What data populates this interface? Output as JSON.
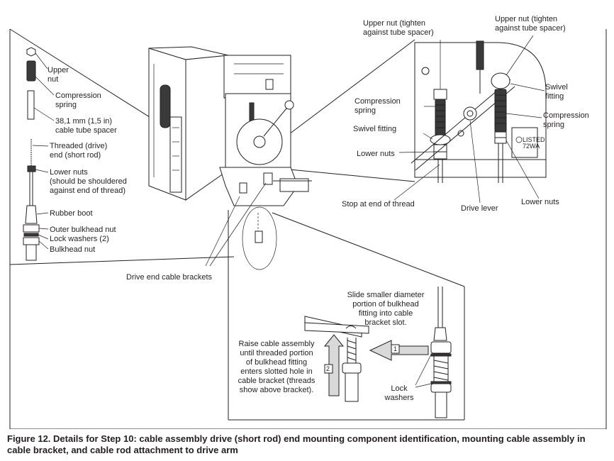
{
  "left_parts": {
    "upper_nut": "Upper\nnut",
    "compression_spring": "Compression\nspring",
    "tube_spacer": "38,1 mm (1,5 in)\ncable tube spacer",
    "threaded_end": "Threaded (drive)\nend (short rod)",
    "lower_nuts": "Lower nuts\n(should be shouldered\nagainst end of thread)",
    "rubber_boot": "Rubber boot",
    "outer_bulkhead_nut": "Outer bulkhead nut",
    "lock_washers": "Lock washers (2)",
    "bulkhead_nut": "Bulkhead nut"
  },
  "detail_view": {
    "upper_nut_left": "Upper nut (tighten\nagainst tube spacer)",
    "upper_nut_right": "Upper nut (tighten\nagainst tube spacer)",
    "compression_spring_left": "Compression\nspring",
    "swivel_fitting_left": "Swivel fitting",
    "lower_nuts_left": "Lower nuts",
    "swivel_fitting_right": "Swivel\nfitting",
    "compression_spring_right": "Compression\nspring",
    "stop_at_end": "Stop at end of thread",
    "drive_lever": "Drive lever",
    "lower_nuts_right": "Lower nuts",
    "plate_marks": "LISTED\n72WA"
  },
  "center": {
    "drive_end_brackets": "Drive end cable brackets"
  },
  "bracket_view": {
    "slide_instruction": "Slide smaller diameter\nportion of bulkhead\nfitting into cable\nbracket slot.",
    "raise_instruction": "Raise cable assembly\nuntil threaded portion\nof bulkhead fitting\nenters slotted hole in\ncable bracket (threads\nshow above bracket).",
    "lock_washers": "Lock\nwashers",
    "step_1": "1",
    "step_2": "2"
  },
  "caption": "Figure 12. Details for Step 10: cable assembly drive (short rod) end mounting component identification, mounting cable assembly in cable bracket, and cable rod attachment to drive arm"
}
